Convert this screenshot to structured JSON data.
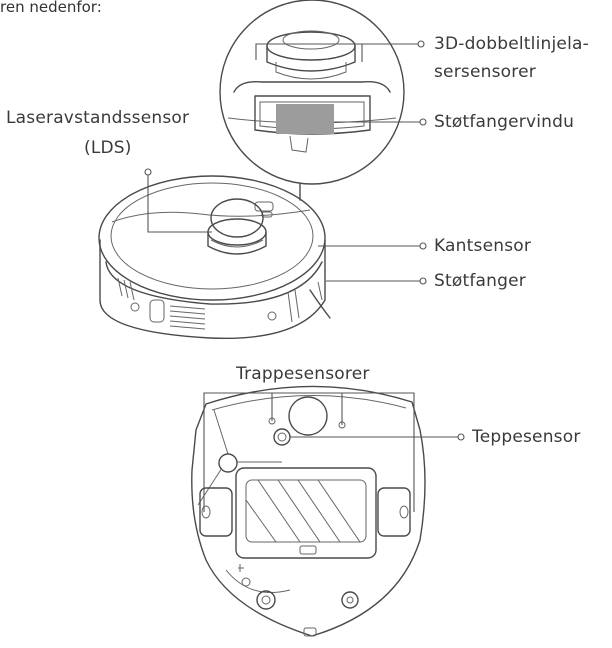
{
  "intro_text": "ren nedenfor:",
  "top_view": {
    "labels": {
      "dual_line_sensors_line1": "3D-dobbeltlinjela-",
      "dual_line_sensors_line2": "sersensorer",
      "bumper_window": "Støtfangervindu",
      "lds_line1": "Laseravstandssensor",
      "lds_line2": "(LDS)",
      "edge_sensor": "Kantsensor",
      "bumper": "Støtfanger"
    }
  },
  "bottom_view": {
    "labels": {
      "cliff_sensors": "Trappesensorer",
      "carpet_sensor": "Teppesensor"
    }
  },
  "colors": {
    "line": "#4a4a4a",
    "text": "#3a3a3a",
    "window_fill": "#9c9c9c"
  }
}
